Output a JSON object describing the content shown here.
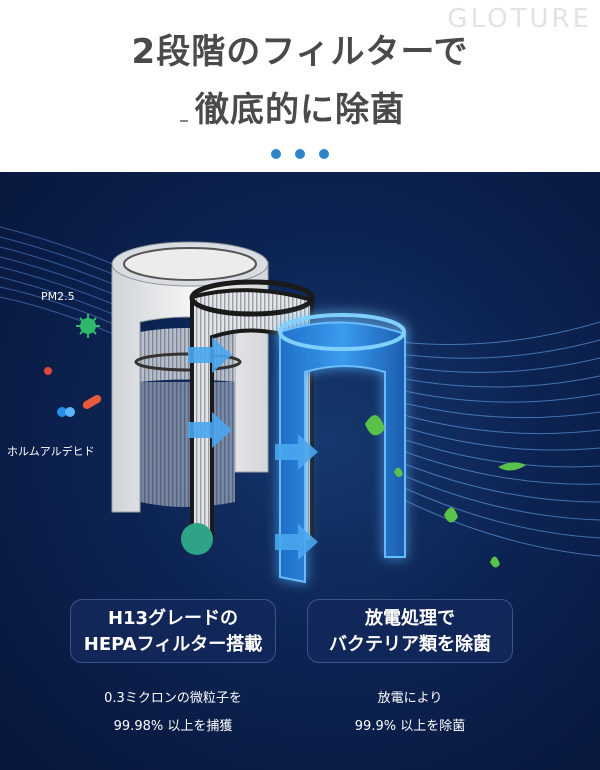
{
  "watermark": "GLOTURE",
  "header": {
    "line1": "2段階のフィルターで",
    "line2": "徹底的に除菌"
  },
  "carousel": {
    "count": 3,
    "color": "#2d84c6"
  },
  "labels": {
    "pm": "PM2.5",
    "formaldehyde": "ホルムアルデヒド"
  },
  "features": [
    {
      "title1": "H13グレードの",
      "title2": "HEPAフィルター搭載",
      "desc1": "0.3ミクロンの微粒子を",
      "desc2": "99.98% 以上を捕獲"
    },
    {
      "title1": "放電処理で",
      "title2": "バクテリア類を除菌",
      "desc1": "放電により",
      "desc2": "99.9% 以上を除菌"
    }
  ],
  "colors": {
    "background": "#0c2352",
    "accent": "#2d84c6",
    "glow": "#3aa0ff"
  }
}
